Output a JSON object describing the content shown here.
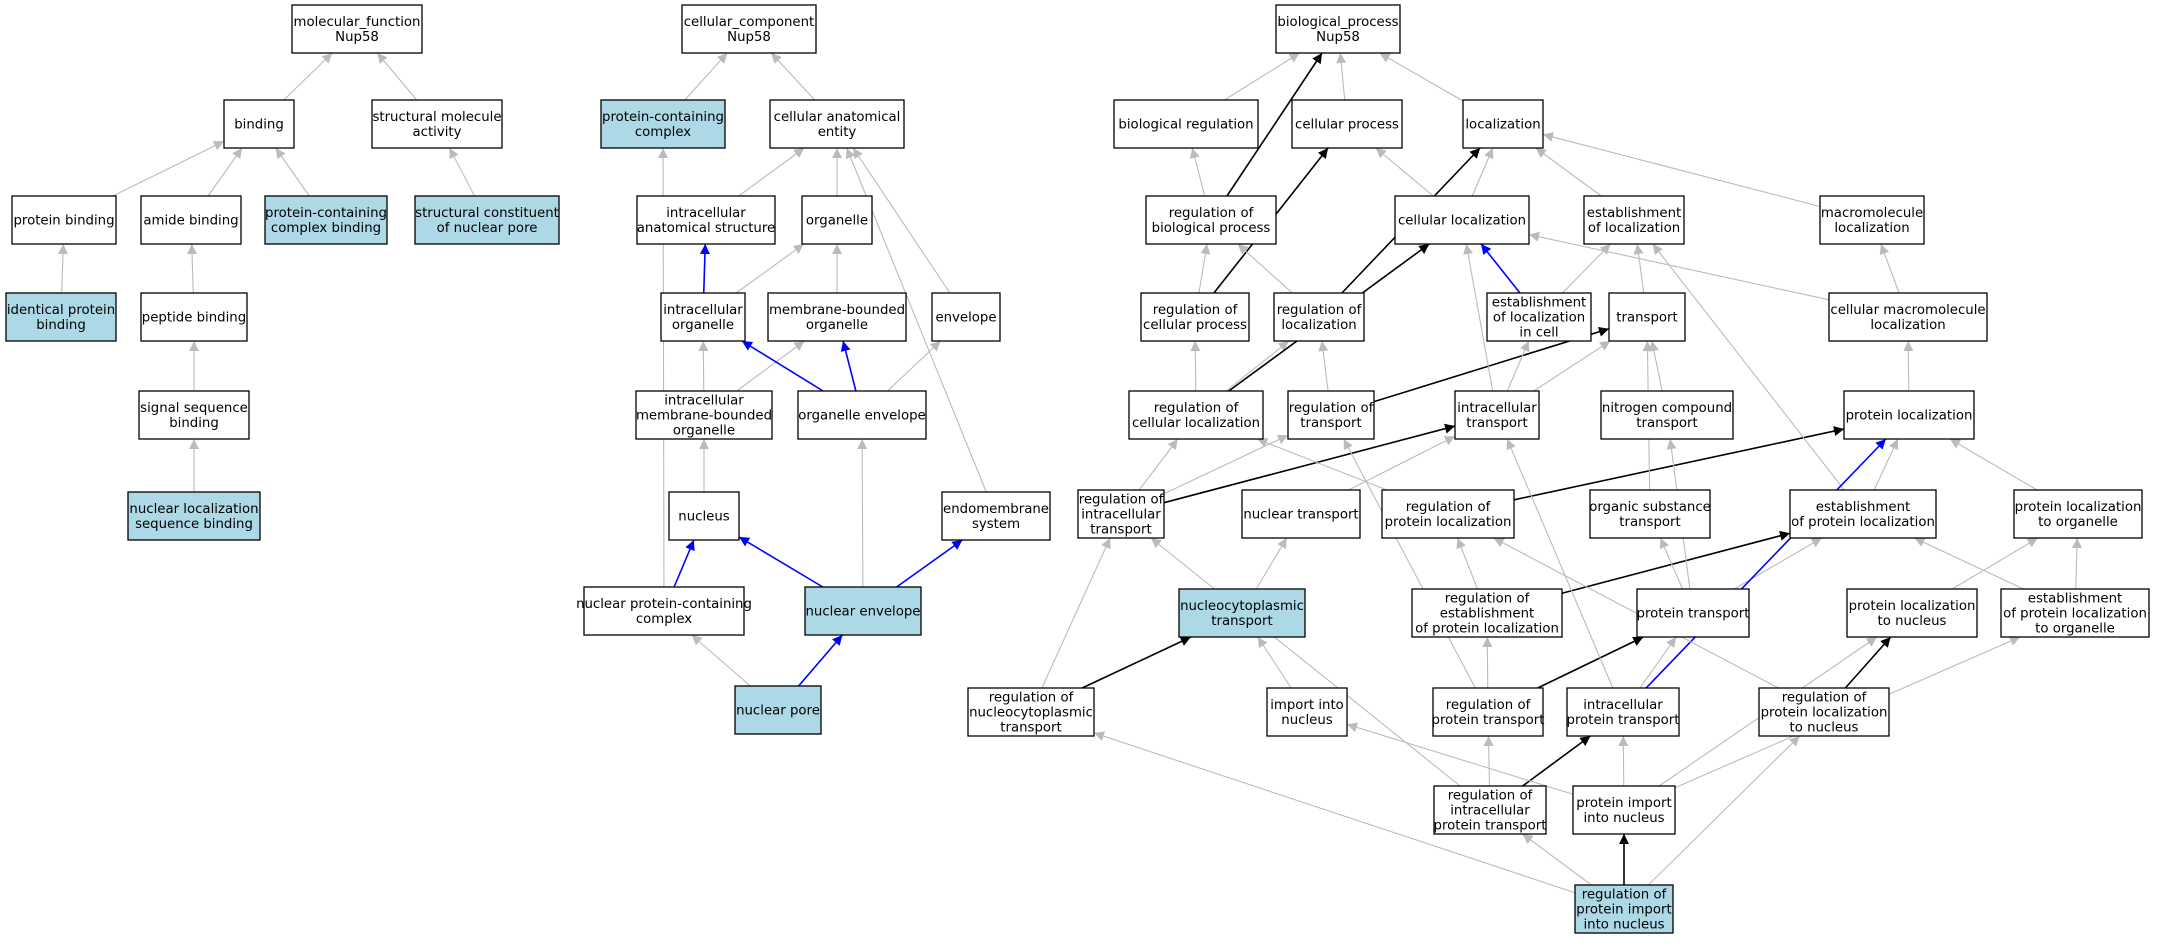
{
  "colors": {
    "node_fill": "#ffffff",
    "highlight_fill": "#add8e6",
    "node_stroke": "#000000",
    "edge_gray": "#bbbbbb",
    "edge_black": "#000000",
    "edge_blue": "#0000ff"
  },
  "nodes": [
    {
      "id": "mf",
      "lines": [
        "molecular_function",
        "Nup58"
      ]
    },
    {
      "id": "binding",
      "lines": [
        "binding"
      ]
    },
    {
      "id": "structmol",
      "lines": [
        "structural molecule",
        "activity"
      ]
    },
    {
      "id": "protbind",
      "lines": [
        "protein binding"
      ]
    },
    {
      "id": "amidebind",
      "lines": [
        "amide binding"
      ]
    },
    {
      "id": "pccbind",
      "lines": [
        "protein-containing",
        "complex binding"
      ],
      "hl": true
    },
    {
      "id": "structnp",
      "lines": [
        "structural constituent",
        "of nuclear pore"
      ],
      "hl": true
    },
    {
      "id": "identbind",
      "lines": [
        "identical protein",
        "binding"
      ],
      "hl": true
    },
    {
      "id": "peptbind",
      "lines": [
        "peptide binding"
      ]
    },
    {
      "id": "sigseq",
      "lines": [
        "signal sequence",
        "binding"
      ]
    },
    {
      "id": "nls",
      "lines": [
        "nuclear localization",
        "sequence binding"
      ],
      "hl": true
    },
    {
      "id": "cc",
      "lines": [
        "cellular_component",
        "Nup58"
      ]
    },
    {
      "id": "pcc",
      "lines": [
        "protein-containing",
        "complex"
      ],
      "hl": true
    },
    {
      "id": "cae",
      "lines": [
        "cellular anatomical",
        "entity"
      ]
    },
    {
      "id": "ias",
      "lines": [
        "intracellular",
        "anatomical structure"
      ]
    },
    {
      "id": "organelle",
      "lines": [
        "organelle"
      ]
    },
    {
      "id": "intorg",
      "lines": [
        "intracellular",
        "organelle"
      ]
    },
    {
      "id": "mbo",
      "lines": [
        "membrane-bounded",
        "organelle"
      ]
    },
    {
      "id": "envelope",
      "lines": [
        "envelope"
      ]
    },
    {
      "id": "imbo",
      "lines": [
        "intracellular",
        "membrane-bounded",
        "organelle"
      ]
    },
    {
      "id": "orgenv",
      "lines": [
        "organelle envelope"
      ]
    },
    {
      "id": "nucleus",
      "lines": [
        "nucleus"
      ]
    },
    {
      "id": "endomem",
      "lines": [
        "endomembrane",
        "system"
      ]
    },
    {
      "id": "npcc",
      "lines": [
        "nuclear protein-containing",
        "complex"
      ]
    },
    {
      "id": "nucenv",
      "lines": [
        "nuclear envelope"
      ],
      "hl": true
    },
    {
      "id": "nucpore",
      "lines": [
        "nuclear pore"
      ],
      "hl": true
    },
    {
      "id": "bp",
      "lines": [
        "biological_process",
        "Nup58"
      ]
    },
    {
      "id": "bioreg",
      "lines": [
        "biological regulation"
      ]
    },
    {
      "id": "cellproc",
      "lines": [
        "cellular process"
      ]
    },
    {
      "id": "loc",
      "lines": [
        "localization"
      ]
    },
    {
      "id": "regbp",
      "lines": [
        "regulation of",
        "biological process"
      ]
    },
    {
      "id": "cellloc",
      "lines": [
        "cellular localization"
      ]
    },
    {
      "id": "estloc",
      "lines": [
        "establishment",
        "of localization"
      ]
    },
    {
      "id": "macroloc",
      "lines": [
        "macromolecule",
        "localization"
      ]
    },
    {
      "id": "regcp",
      "lines": [
        "regulation of",
        "cellular process"
      ]
    },
    {
      "id": "regloc",
      "lines": [
        "regulation of",
        "localization"
      ]
    },
    {
      "id": "estlocincell",
      "lines": [
        "establishment",
        "of localization",
        "in cell"
      ]
    },
    {
      "id": "transport",
      "lines": [
        "transport"
      ]
    },
    {
      "id": "cmacroloc",
      "lines": [
        "cellular macromolecule",
        "localization"
      ]
    },
    {
      "id": "regcellloc",
      "lines": [
        "regulation of",
        "cellular localization"
      ]
    },
    {
      "id": "regtrans",
      "lines": [
        "regulation of",
        "transport"
      ]
    },
    {
      "id": "inttrans",
      "lines": [
        "intracellular",
        "transport"
      ]
    },
    {
      "id": "nctrans",
      "lines": [
        "nitrogen compound",
        "transport"
      ]
    },
    {
      "id": "protloc",
      "lines": [
        "protein localization"
      ]
    },
    {
      "id": "reginttrans",
      "lines": [
        "regulation of",
        "intracellular",
        "transport"
      ]
    },
    {
      "id": "nuctrans",
      "lines": [
        "nuclear transport"
      ]
    },
    {
      "id": "regprotloc",
      "lines": [
        "regulation of",
        "protein localization"
      ]
    },
    {
      "id": "ostrans",
      "lines": [
        "organic substance",
        "transport"
      ]
    },
    {
      "id": "estprotloc",
      "lines": [
        "establishment",
        "of protein localization"
      ]
    },
    {
      "id": "protloctoorg",
      "lines": [
        "protein localization",
        "to organelle"
      ]
    },
    {
      "id": "ncytrans",
      "lines": [
        "nucleocytoplasmic",
        "transport"
      ],
      "hl": true
    },
    {
      "id": "regestprotloc",
      "lines": [
        "regulation of",
        "establishment",
        "of protein localization"
      ]
    },
    {
      "id": "prottrans",
      "lines": [
        "protein transport"
      ]
    },
    {
      "id": "protloctonuc",
      "lines": [
        "protein localization",
        "to nucleus"
      ]
    },
    {
      "id": "estprotloctoorg",
      "lines": [
        "establishment",
        "of protein localization",
        "to organelle"
      ]
    },
    {
      "id": "regncytrans",
      "lines": [
        "regulation of",
        "nucleocytoplasmic",
        "transport"
      ]
    },
    {
      "id": "importnuc",
      "lines": [
        "import into",
        "nucleus"
      ]
    },
    {
      "id": "regprottrans",
      "lines": [
        "regulation of",
        "protein transport"
      ]
    },
    {
      "id": "intprottrans",
      "lines": [
        "intracellular",
        "protein transport"
      ]
    },
    {
      "id": "regprotloctonuc",
      "lines": [
        "regulation of",
        "protein localization",
        "to nucleus"
      ]
    },
    {
      "id": "regintprottrans",
      "lines": [
        "regulation of",
        "intracellular",
        "protein transport"
      ]
    },
    {
      "id": "protimport",
      "lines": [
        "protein import",
        "into nucleus"
      ]
    },
    {
      "id": "regprotimport",
      "lines": [
        "regulation of",
        "protein import",
        "into nucleus"
      ],
      "hl": true
    }
  ],
  "edges": [
    [
      "binding",
      "mf",
      "g"
    ],
    [
      "structmol",
      "mf",
      "g"
    ],
    [
      "protbind",
      "binding",
      "g"
    ],
    [
      "amidebind",
      "binding",
      "g"
    ],
    [
      "pccbind",
      "binding",
      "g"
    ],
    [
      "structnp",
      "structmol",
      "g"
    ],
    [
      "identbind",
      "protbind",
      "g"
    ],
    [
      "peptbind",
      "amidebind",
      "g"
    ],
    [
      "sigseq",
      "peptbind",
      "g"
    ],
    [
      "nls",
      "sigseq",
      "g"
    ],
    [
      "pcc",
      "cc",
      "g"
    ],
    [
      "cae",
      "cc",
      "g"
    ],
    [
      "ias",
      "cae",
      "g"
    ],
    [
      "organelle",
      "cae",
      "g"
    ],
    [
      "envelope",
      "cae",
      "g"
    ],
    [
      "endomem",
      "cae",
      "g"
    ],
    [
      "intorg",
      "organelle",
      "g"
    ],
    [
      "mbo",
      "organelle",
      "g"
    ],
    [
      "intorg",
      "ias",
      "b"
    ],
    [
      "imbo",
      "intorg",
      "g"
    ],
    [
      "imbo",
      "mbo",
      "g"
    ],
    [
      "orgenv",
      "mbo",
      "b"
    ],
    [
      "orgenv",
      "intorg",
      "b"
    ],
    [
      "orgenv",
      "envelope",
      "g"
    ],
    [
      "nucleus",
      "imbo",
      "g"
    ],
    [
      "nucenv",
      "orgenv",
      "g"
    ],
    [
      "nucenv",
      "nucleus",
      "b"
    ],
    [
      "nucenv",
      "endomem",
      "b"
    ],
    [
      "npcc",
      "nucleus",
      "b"
    ],
    [
      "npcc",
      "pcc",
      "g"
    ],
    [
      "nucpore",
      "npcc",
      "g"
    ],
    [
      "nucpore",
      "nucenv",
      "b"
    ],
    [
      "bioreg",
      "bp",
      "g"
    ],
    [
      "cellproc",
      "bp",
      "g"
    ],
    [
      "loc",
      "bp",
      "g"
    ],
    [
      "regbp",
      "bioreg",
      "g"
    ],
    [
      "regbp",
      "bp",
      "k"
    ],
    [
      "cellloc",
      "loc",
      "g"
    ],
    [
      "cellloc",
      "cellproc",
      "g"
    ],
    [
      "estloc",
      "loc",
      "g"
    ],
    [
      "macroloc",
      "loc",
      "g"
    ],
    [
      "regcp",
      "regbp",
      "g"
    ],
    [
      "regcp",
      "cellproc",
      "k"
    ],
    [
      "regloc",
      "regbp",
      "g"
    ],
    [
      "regloc",
      "loc",
      "k"
    ],
    [
      "estlocincell",
      "cellloc",
      "b"
    ],
    [
      "estlocincell",
      "estloc",
      "g"
    ],
    [
      "transport",
      "estloc",
      "g"
    ],
    [
      "cmacroloc",
      "cellloc",
      "g"
    ],
    [
      "cmacroloc",
      "macroloc",
      "g"
    ],
    [
      "regcellloc",
      "regcp",
      "g"
    ],
    [
      "regcellloc",
      "regloc",
      "g"
    ],
    [
      "regcellloc",
      "cellloc",
      "k"
    ],
    [
      "regtrans",
      "regloc",
      "g"
    ],
    [
      "regtrans",
      "transport",
      "k"
    ],
    [
      "inttrans",
      "cellloc",
      "g"
    ],
    [
      "inttrans",
      "estlocincell",
      "g"
    ],
    [
      "inttrans",
      "transport",
      "g"
    ],
    [
      "nctrans",
      "transport",
      "g"
    ],
    [
      "protloc",
      "cmacroloc",
      "g"
    ],
    [
      "reginttrans",
      "regcellloc",
      "g"
    ],
    [
      "reginttrans",
      "regtrans",
      "g"
    ],
    [
      "reginttrans",
      "inttrans",
      "k"
    ],
    [
      "nuctrans",
      "inttrans",
      "g"
    ],
    [
      "regprotloc",
      "regcellloc",
      "g"
    ],
    [
      "regprotloc",
      "protloc",
      "k"
    ],
    [
      "ostrans",
      "transport",
      "g"
    ],
    [
      "estprotloc",
      "protloc",
      "g"
    ],
    [
      "estprotloc",
      "estloc",
      "g"
    ],
    [
      "protloctoorg",
      "protloc",
      "g"
    ],
    [
      "ncytrans",
      "nuctrans",
      "g"
    ],
    [
      "regestprotloc",
      "regprotloc",
      "g"
    ],
    [
      "regestprotloc",
      "estprotloc",
      "k"
    ],
    [
      "prottrans",
      "nctrans",
      "g"
    ],
    [
      "prottrans",
      "ostrans",
      "g"
    ],
    [
      "prottrans",
      "estprotloc",
      "g"
    ],
    [
      "protloctonuc",
      "protloctoorg",
      "g"
    ],
    [
      "estprotloctoorg",
      "protloctoorg",
      "g"
    ],
    [
      "estprotloctoorg",
      "estprotloc",
      "g"
    ],
    [
      "regncytrans",
      "reginttrans",
      "g"
    ],
    [
      "regncytrans",
      "ncytrans",
      "k"
    ],
    [
      "importnuc",
      "ncytrans",
      "g"
    ],
    [
      "regprottrans",
      "regestprotloc",
      "g"
    ],
    [
      "regprottrans",
      "prottrans",
      "k"
    ],
    [
      "regprottrans",
      "regtrans",
      "g"
    ],
    [
      "intprottrans",
      "prottrans",
      "g"
    ],
    [
      "intprottrans",
      "inttrans",
      "g"
    ],
    [
      "intprottrans",
      "protloc",
      "b"
    ],
    [
      "regprotloctonuc",
      "regprotloc",
      "g"
    ],
    [
      "regprotloctonuc",
      "protloctonuc",
      "k"
    ],
    [
      "regintprottrans",
      "regprottrans",
      "g"
    ],
    [
      "regintprottrans",
      "intprottrans",
      "k"
    ],
    [
      "regintprottrans",
      "reginttrans",
      "g"
    ],
    [
      "protimport",
      "intprottrans",
      "g"
    ],
    [
      "protimport",
      "importnuc",
      "g"
    ],
    [
      "protimport",
      "protloctonuc",
      "g"
    ],
    [
      "protimport",
      "estprotloctoorg",
      "g"
    ],
    [
      "regprotimport",
      "regintprottrans",
      "g"
    ],
    [
      "regprotimport",
      "protimport",
      "k"
    ],
    [
      "regprotimport",
      "regprotloctonuc",
      "g"
    ],
    [
      "regprotimport",
      "regncytrans",
      "g"
    ]
  ]
}
